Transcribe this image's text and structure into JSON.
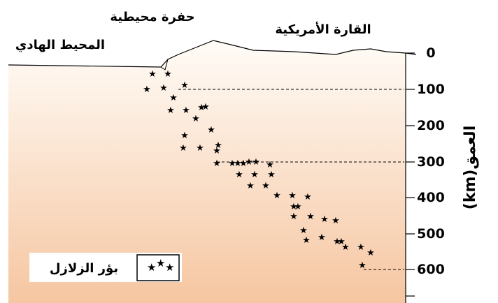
{
  "labels": {
    "ocean": "المحيط الهادي",
    "trench": "حفرة محيطية",
    "continent": "القارة الأمريكية",
    "legend": "بؤر الزلازل"
  },
  "depth_axis": {
    "title": "(km)العمق",
    "ticks": [
      "0",
      "100",
      "200",
      "300",
      "400",
      "500",
      "600"
    ]
  },
  "colors": {
    "gradient_top": "#fffcf7",
    "gradient_bottom": "#f6c6a1",
    "star": "#000000",
    "line": "#000000"
  }
}
